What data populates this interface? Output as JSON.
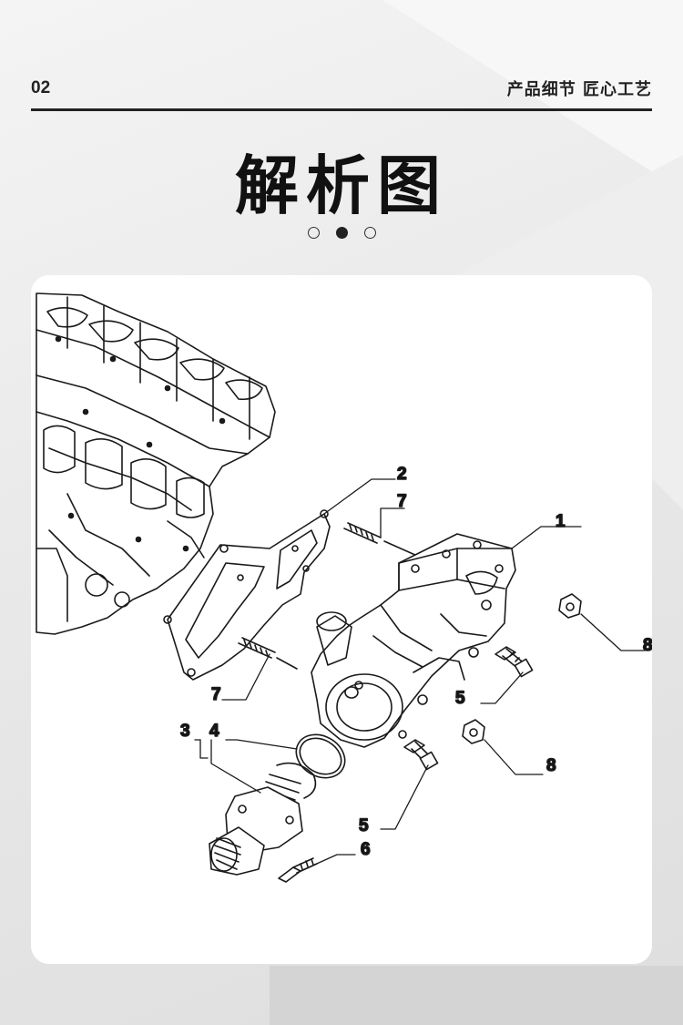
{
  "header": {
    "page_number": "02",
    "tagline": "产品细节 匠心工艺"
  },
  "title": "解析图",
  "pagination": {
    "count": 3,
    "active_index": 1
  },
  "diagram": {
    "labels": {
      "p1": "1",
      "p2": "2",
      "p3": "3",
      "p4": "4",
      "p5a": "5",
      "p5b": "5",
      "p6": "6",
      "p7a": "7",
      "p7b": "7",
      "p8a": "8",
      "p8b": "8"
    }
  }
}
